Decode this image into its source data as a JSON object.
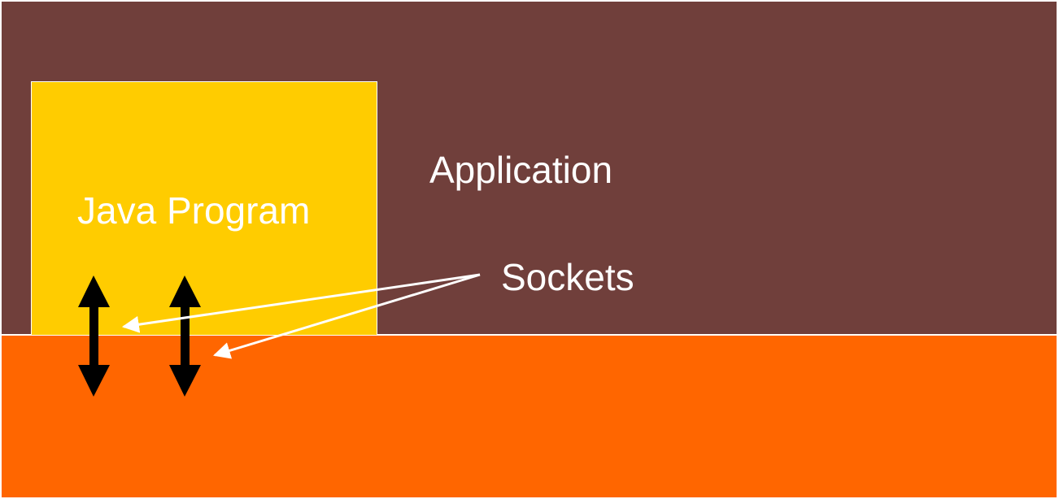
{
  "labels": {
    "application": "Application",
    "java_program": "Java Program",
    "sockets": "Sockets"
  },
  "colors": {
    "application_layer": "#703f3b",
    "java_program_box": "#ffcc00",
    "os_layer": "#ff6600",
    "text": "#ffffff",
    "socket_arrow": "#000000",
    "pointer": "#ffffff"
  },
  "icons": [
    "double-headed-arrow-icon",
    "pointer-arrow-icon"
  ]
}
